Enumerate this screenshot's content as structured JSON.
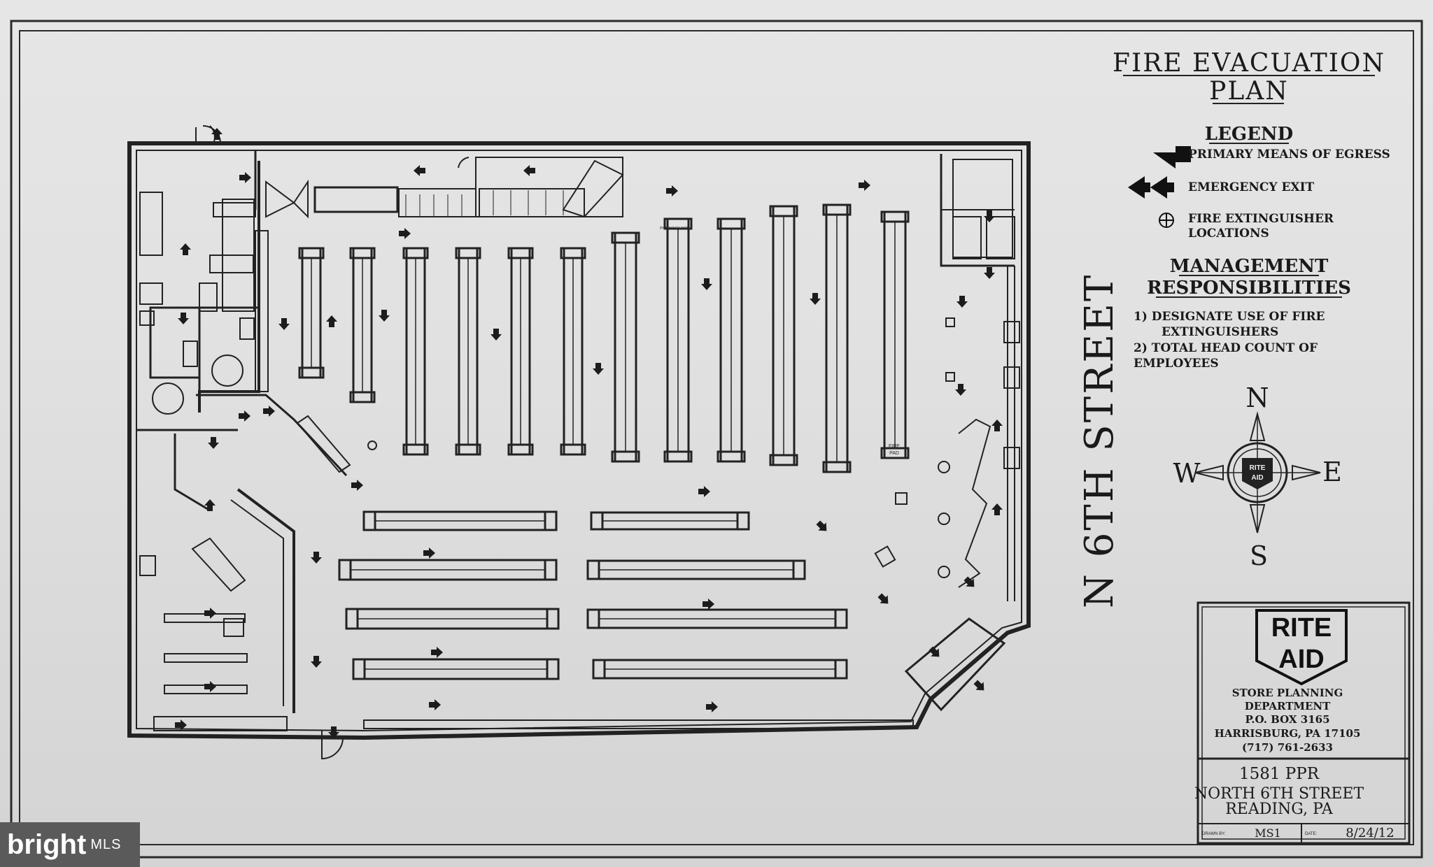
{
  "title": [
    "FIRE EVACUATION",
    "PLAN"
  ],
  "legend": {
    "heading": "LEGEND",
    "items": [
      {
        "icon": "arrow-left-icon",
        "label": [
          "PRIMARY MEANS OF EGRESS"
        ]
      },
      {
        "icon": "double-arrow-left-icon",
        "label": [
          "EMERGENCY EXIT"
        ]
      },
      {
        "icon": "fire-extinguisher-icon",
        "label": [
          "FIRE EXTINGUISHER",
          "LOCATIONS"
        ]
      }
    ]
  },
  "management": {
    "heading": [
      "MANAGEMENT",
      "RESPONSIBILITIES"
    ],
    "items": [
      [
        "1) DESIGNATE USE OF FIRE",
        "EXTINGUISHERS"
      ],
      [
        "2) TOTAL HEAD COUNT OF",
        "EMPLOYEES"
      ]
    ]
  },
  "compass": {
    "n": "N",
    "s": "S",
    "e": "E",
    "w": "W",
    "center": [
      "RITE",
      "AID"
    ]
  },
  "street": "N 6TH STREET",
  "title_block": {
    "logo": [
      "RITE",
      "AID"
    ],
    "department": [
      "STORE PLANNING",
      "DEPARTMENT",
      "P.O. BOX 3165",
      "HARRISBURG, PA 17105",
      "(717) 761-2633"
    ],
    "store_no": "1581 PPR",
    "address": [
      "NORTH 6TH STREET",
      "READING, PA"
    ],
    "drawn_by_label": "DRAWN BY:",
    "drawn_by": "MS1",
    "date_label": "DATE:",
    "date": "8/24/12"
  },
  "plan_labels": {
    "pharmacy_sign": "PHARMACY SIGN",
    "fire_pad": [
      "FIRE",
      "PAD"
    ]
  },
  "watermark": {
    "brand": "bright",
    "suffix": "MLS"
  }
}
